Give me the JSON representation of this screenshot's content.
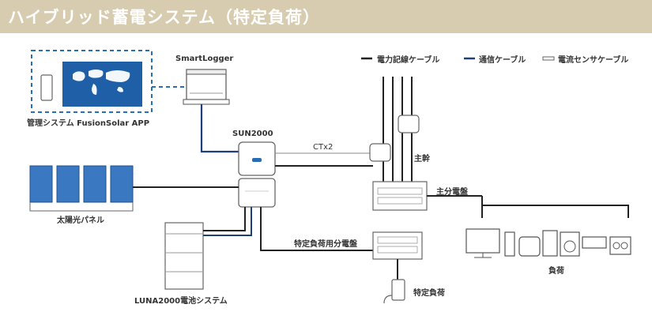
{
  "header": {
    "title": "ハイブリッド蓄電システム（特定負荷）"
  },
  "legend": [
    {
      "label": "電力記線ケーブル",
      "style": "solid-black",
      "color": "#222222"
    },
    {
      "label": "通信ケーブル",
      "style": "solid-blue",
      "color": "#1f3f7a"
    },
    {
      "label": "電流センサケーブル",
      "style": "double-outline",
      "color": "#555555"
    }
  ],
  "nodes": {
    "management": {
      "label": "管理システム  FusionSolar APP"
    },
    "smartlogger": {
      "label": "SmartLogger"
    },
    "inverter": {
      "label": "SUN2000"
    },
    "ct": {
      "label": "CTx2"
    },
    "trunk": {
      "label": "主幹"
    },
    "main_panel": {
      "label": "主分電盤"
    },
    "pv": {
      "label": "太陽光パネル"
    },
    "battery": {
      "label": "LUNA2000電池システム"
    },
    "specific_panel": {
      "label": "特定負荷用分電盤"
    },
    "specific_load": {
      "label": "特定負荷"
    },
    "loads": {
      "label": "負荷"
    }
  },
  "colors": {
    "header_bg": "#d8ccb0",
    "accent_blue": "#1f3f7a",
    "device_blue": "#2b6cb0",
    "map_blue": "#1f5fa8"
  }
}
